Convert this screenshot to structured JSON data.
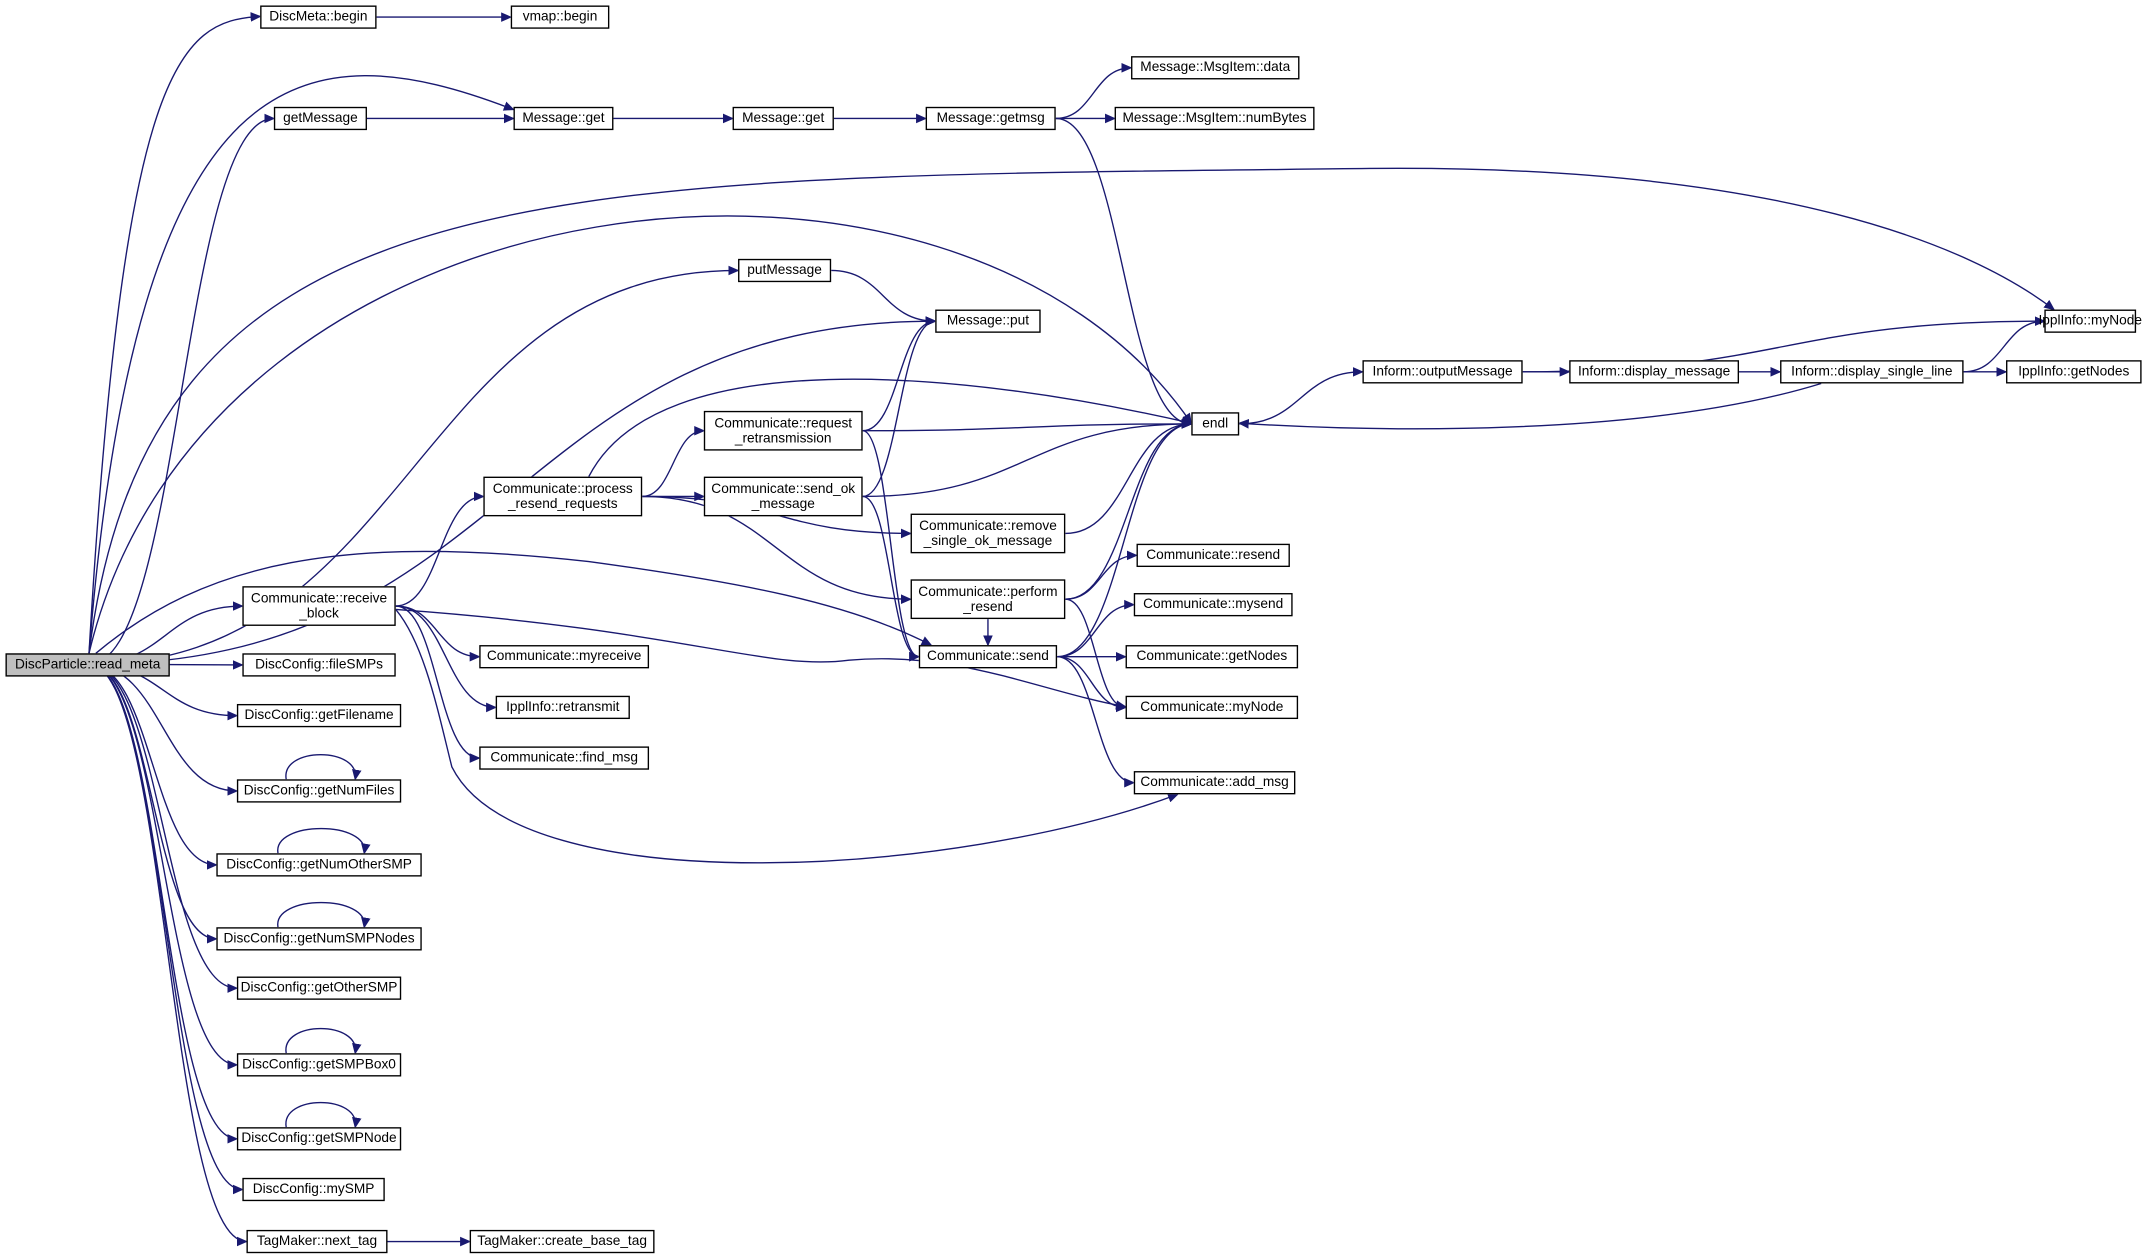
{
  "diagram": {
    "colors": {
      "edge": "#191970",
      "node_border": "#000000",
      "node_fill": "#ffffff",
      "root_fill": "#bfbfbf"
    },
    "nodes": [
      {
        "id": "read_meta",
        "label": "DiscParticle::read_meta",
        "root": true
      },
      {
        "id": "discmeta_begin",
        "label": "DiscMeta::begin"
      },
      {
        "id": "vmap_begin",
        "label": "vmap::begin"
      },
      {
        "id": "getMessage",
        "label": "getMessage"
      },
      {
        "id": "message_get1",
        "label": "Message::get"
      },
      {
        "id": "message_get2",
        "label": "Message::get"
      },
      {
        "id": "message_getmsg",
        "label": "Message::getmsg"
      },
      {
        "id": "msgitem_data",
        "label": "Message::MsgItem::data"
      },
      {
        "id": "msgitem_numbytes",
        "label": "Message::MsgItem::numBytes"
      },
      {
        "id": "putMessage",
        "label": "putMessage"
      },
      {
        "id": "message_put",
        "label": "Message::put"
      },
      {
        "id": "ippl_mynode",
        "label": "IpplInfo::myNode"
      },
      {
        "id": "endl",
        "label": "endl"
      },
      {
        "id": "inform_outputmessage",
        "label": "Inform::outputMessage"
      },
      {
        "id": "inform_display_message",
        "label": "Inform::display_message"
      },
      {
        "id": "inform_display_single_line",
        "label": "Inform::display_single_line"
      },
      {
        "id": "ippl_getnodes",
        "label": "IpplInfo::getNodes"
      },
      {
        "id": "comm_request_retransmission",
        "label": "Communicate::request\n_retransmission"
      },
      {
        "id": "comm_process_resend",
        "label": "Communicate::process\n_resend_requests"
      },
      {
        "id": "comm_send_ok",
        "label": "Communicate::send_ok\n_message"
      },
      {
        "id": "comm_remove_single_ok",
        "label": "Communicate::remove\n_single_ok_message"
      },
      {
        "id": "comm_receive_block",
        "label": "Communicate::receive\n_block"
      },
      {
        "id": "comm_perform_resend",
        "label": "Communicate::perform\n_resend"
      },
      {
        "id": "comm_resend",
        "label": "Communicate::resend"
      },
      {
        "id": "comm_mysend",
        "label": "Communicate::mysend"
      },
      {
        "id": "comm_send",
        "label": "Communicate::send"
      },
      {
        "id": "comm_getnodes",
        "label": "Communicate::getNodes"
      },
      {
        "id": "comm_myreceive",
        "label": "Communicate::myreceive"
      },
      {
        "id": "comm_mynode",
        "label": "Communicate::myNode"
      },
      {
        "id": "ippl_retransmit",
        "label": "IpplInfo::retransmit"
      },
      {
        "id": "comm_find_msg",
        "label": "Communicate::find_msg"
      },
      {
        "id": "comm_add_msg",
        "label": "Communicate::add_msg"
      },
      {
        "id": "dc_filesmps",
        "label": "DiscConfig::fileSMPs"
      },
      {
        "id": "dc_getfilename",
        "label": "DiscConfig::getFilename"
      },
      {
        "id": "dc_getnumfiles",
        "label": "DiscConfig::getNumFiles"
      },
      {
        "id": "dc_getnumothersmp",
        "label": "DiscConfig::getNumOtherSMP"
      },
      {
        "id": "dc_getnumsmpnodes",
        "label": "DiscConfig::getNumSMPNodes"
      },
      {
        "id": "dc_getothersmp",
        "label": "DiscConfig::getOtherSMP"
      },
      {
        "id": "dc_getsmpbox0",
        "label": "DiscConfig::getSMPBox0"
      },
      {
        "id": "dc_getsmpnode",
        "label": "DiscConfig::getSMPNode"
      },
      {
        "id": "dc_mysmp",
        "label": "DiscConfig::mySMP"
      },
      {
        "id": "tag_next",
        "label": "TagMaker::next_tag"
      },
      {
        "id": "tag_create_base",
        "label": "TagMaker::create_base_tag"
      }
    ],
    "edges": [
      [
        "read_meta",
        "discmeta_begin"
      ],
      [
        "discmeta_begin",
        "vmap_begin"
      ],
      [
        "read_meta",
        "message_get1"
      ],
      [
        "read_meta",
        "getMessage"
      ],
      [
        "getMessage",
        "message_get1"
      ],
      [
        "message_get1",
        "message_get2"
      ],
      [
        "message_get2",
        "message_getmsg"
      ],
      [
        "message_getmsg",
        "msgitem_data"
      ],
      [
        "message_getmsg",
        "msgitem_numbytes"
      ],
      [
        "message_getmsg",
        "endl"
      ],
      [
        "read_meta",
        "ippl_mynode"
      ],
      [
        "read_meta",
        "endl"
      ],
      [
        "read_meta",
        "putMessage"
      ],
      [
        "putMessage",
        "message_put"
      ],
      [
        "read_meta",
        "message_put"
      ],
      [
        "read_meta",
        "comm_receive_block"
      ],
      [
        "read_meta",
        "comm_send"
      ],
      [
        "read_meta",
        "dc_filesmps"
      ],
      [
        "read_meta",
        "dc_getfilename"
      ],
      [
        "read_meta",
        "dc_getnumfiles"
      ],
      [
        "dc_getnumfiles",
        "dc_getnumfiles"
      ],
      [
        "read_meta",
        "dc_getnumothersmp"
      ],
      [
        "dc_getnumothersmp",
        "dc_getnumothersmp"
      ],
      [
        "read_meta",
        "dc_getnumsmpnodes"
      ],
      [
        "dc_getnumsmpnodes",
        "dc_getnumsmpnodes"
      ],
      [
        "read_meta",
        "dc_getothersmp"
      ],
      [
        "read_meta",
        "dc_getsmpbox0"
      ],
      [
        "dc_getsmpbox0",
        "dc_getsmpbox0"
      ],
      [
        "read_meta",
        "dc_getsmpnode"
      ],
      [
        "dc_getsmpnode",
        "dc_getsmpnode"
      ],
      [
        "read_meta",
        "dc_mysmp"
      ],
      [
        "read_meta",
        "tag_next"
      ],
      [
        "tag_next",
        "tag_create_base"
      ],
      [
        "endl",
        "inform_outputmessage"
      ],
      [
        "inform_outputmessage",
        "ippl_mynode"
      ],
      [
        "inform_outputmessage",
        "inform_display_message"
      ],
      [
        "inform_display_message",
        "inform_display_single_line"
      ],
      [
        "inform_display_single_line",
        "ippl_mynode"
      ],
      [
        "inform_display_single_line",
        "ippl_getnodes"
      ],
      [
        "inform_display_single_line",
        "endl"
      ],
      [
        "comm_receive_block",
        "comm_process_resend"
      ],
      [
        "comm_receive_block",
        "comm_myreceive"
      ],
      [
        "comm_receive_block",
        "ippl_retransmit"
      ],
      [
        "comm_receive_block",
        "comm_find_msg"
      ],
      [
        "comm_receive_block",
        "comm_mynode"
      ],
      [
        "comm_receive_block",
        "comm_add_msg"
      ],
      [
        "comm_process_resend",
        "endl"
      ],
      [
        "comm_process_resend",
        "comm_request_retransmission"
      ],
      [
        "comm_process_resend",
        "comm_send_ok"
      ],
      [
        "comm_process_resend",
        "comm_remove_single_ok"
      ],
      [
        "comm_process_resend",
        "comm_perform_resend"
      ],
      [
        "comm_request_retransmission",
        "message_put"
      ],
      [
        "comm_request_retransmission",
        "endl"
      ],
      [
        "comm_request_retransmission",
        "comm_send"
      ],
      [
        "comm_send_ok",
        "message_put"
      ],
      [
        "comm_send_ok",
        "endl"
      ],
      [
        "comm_send_ok",
        "comm_send"
      ],
      [
        "comm_remove_single_ok",
        "endl"
      ],
      [
        "comm_perform_resend",
        "endl"
      ],
      [
        "comm_perform_resend",
        "comm_resend"
      ],
      [
        "comm_perform_resend",
        "comm_send"
      ],
      [
        "comm_perform_resend",
        "comm_mynode"
      ],
      [
        "comm_send",
        "endl"
      ],
      [
        "comm_send",
        "comm_mysend"
      ],
      [
        "comm_send",
        "comm_getnodes"
      ],
      [
        "comm_send",
        "comm_mynode"
      ],
      [
        "comm_send",
        "comm_add_msg"
      ]
    ]
  }
}
